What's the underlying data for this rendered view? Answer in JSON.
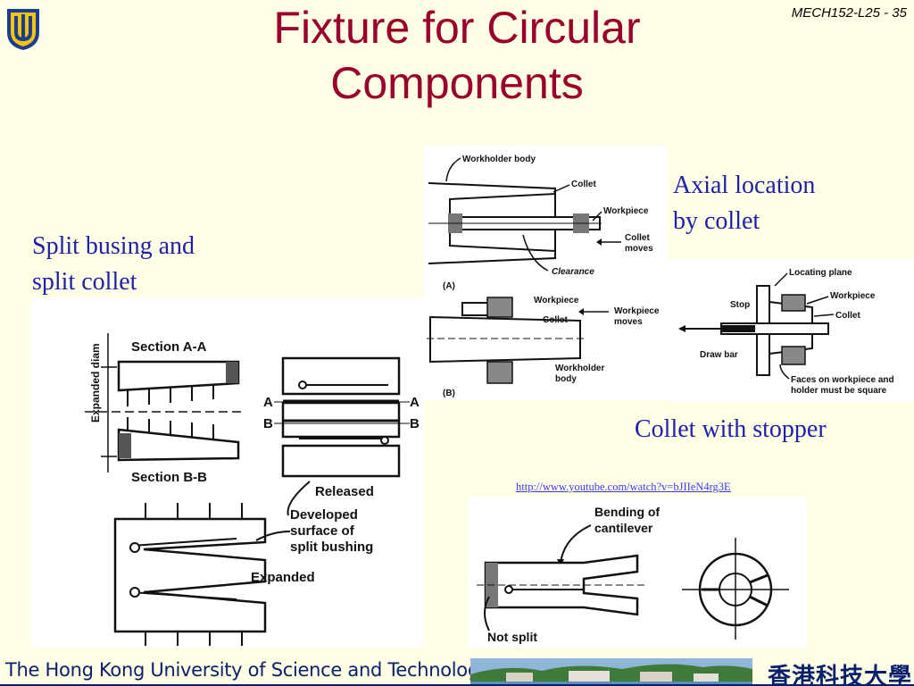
{
  "header": {
    "slide_id": "MECH152-L25 - 35",
    "title_line1": "Fixture for Circular",
    "title_line2": "Components"
  },
  "captions": {
    "split_line1": "Split busing and",
    "split_line2": "split collet",
    "axial_line1": "Axial location",
    "axial_line2": "by collet",
    "stopper": "Collet with stopper"
  },
  "link": {
    "url": "http://www.youtube.com/watch?v=bJIIeN4rg3E"
  },
  "figure_split": {
    "section_aa": "Section A-A",
    "section_bb": "Section B-B",
    "expanded_diam": "Expanded diam",
    "a_left": "A",
    "a_right": "A",
    "b_left": "B",
    "b_right": "B",
    "released": "Released",
    "developed_1": "Developed",
    "developed_2": "surface of",
    "developed_3": "split bushing",
    "expanded": "Expanded"
  },
  "figure_axial": {
    "workholder_body": "Workholder body",
    "collet": "Collet",
    "workpiece": "Workpiece",
    "collet_moves_1": "Collet",
    "collet_moves_2": "moves",
    "clearance": "Clearance",
    "label_a": "(A)",
    "workpiece_b": "Workpiece",
    "collet_b": "Collet",
    "workpiece_moves_1": "Workpiece",
    "workpiece_moves_2": "moves",
    "workholder_body_b1": "Workholder",
    "workholder_body_b2": "body",
    "label_b": "(B)"
  },
  "figure_stopper": {
    "locating_plane": "Locating plane",
    "stop": "Stop",
    "workpiece": "Workpiece",
    "collet": "Collet",
    "draw_bar": "Draw bar",
    "faces_1": "Faces on workpiece and",
    "faces_2": "holder must be square"
  },
  "figure_bending": {
    "bending_1": "Bending of",
    "bending_2": "cantilever",
    "not_split": "Not split"
  },
  "footer": {
    "university": "The Hong Kong University of Science and Technology",
    "chinese_name": "香港科技大學"
  }
}
